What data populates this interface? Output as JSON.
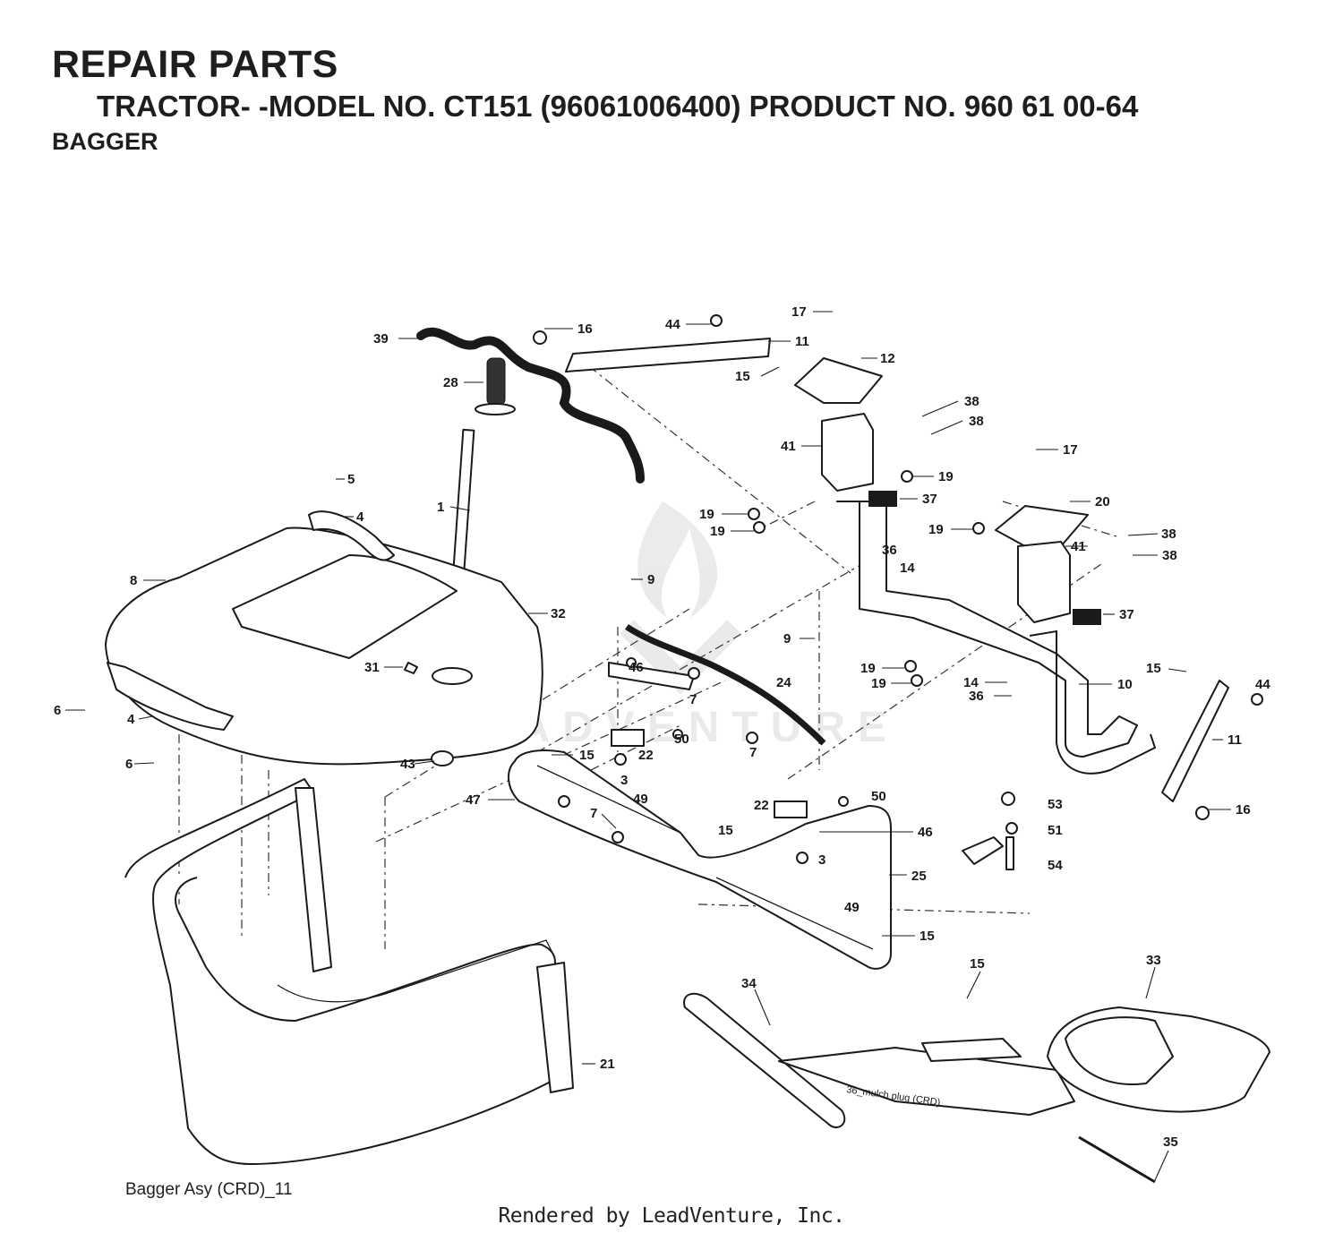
{
  "header": {
    "title": "REPAIR PARTS",
    "subtitle": "TRACTOR- -MODEL NO. CT151 (96061006400) PRODUCT NO. 960 61 00-64",
    "section": "BAGGER"
  },
  "diagram": {
    "caption": "Bagger Asy (CRD)_11",
    "inline_label": "36_mulch plug (CRD)",
    "watermark": "LEADVENTURE",
    "callouts": [
      "39",
      "16",
      "44",
      "11",
      "17",
      "12",
      "15",
      "28",
      "38",
      "38",
      "41",
      "19",
      "17",
      "37",
      "1",
      "5",
      "4",
      "19",
      "19",
      "20",
      "19",
      "38",
      "41",
      "38",
      "36",
      "14",
      "37",
      "8",
      "9",
      "32",
      "9",
      "31",
      "19",
      "19",
      "14",
      "36",
      "10",
      "15",
      "44",
      "46",
      "24",
      "11",
      "6",
      "4",
      "7",
      "22",
      "50",
      "7",
      "6",
      "43",
      "15",
      "22",
      "3",
      "49",
      "50",
      "47",
      "7",
      "22",
      "46",
      "15",
      "3",
      "53",
      "51",
      "54",
      "25",
      "49",
      "15",
      "16",
      "15",
      "33",
      "34",
      "21",
      "35"
    ]
  },
  "footer": {
    "rendered_by": "Rendered by LeadVenture, Inc."
  }
}
